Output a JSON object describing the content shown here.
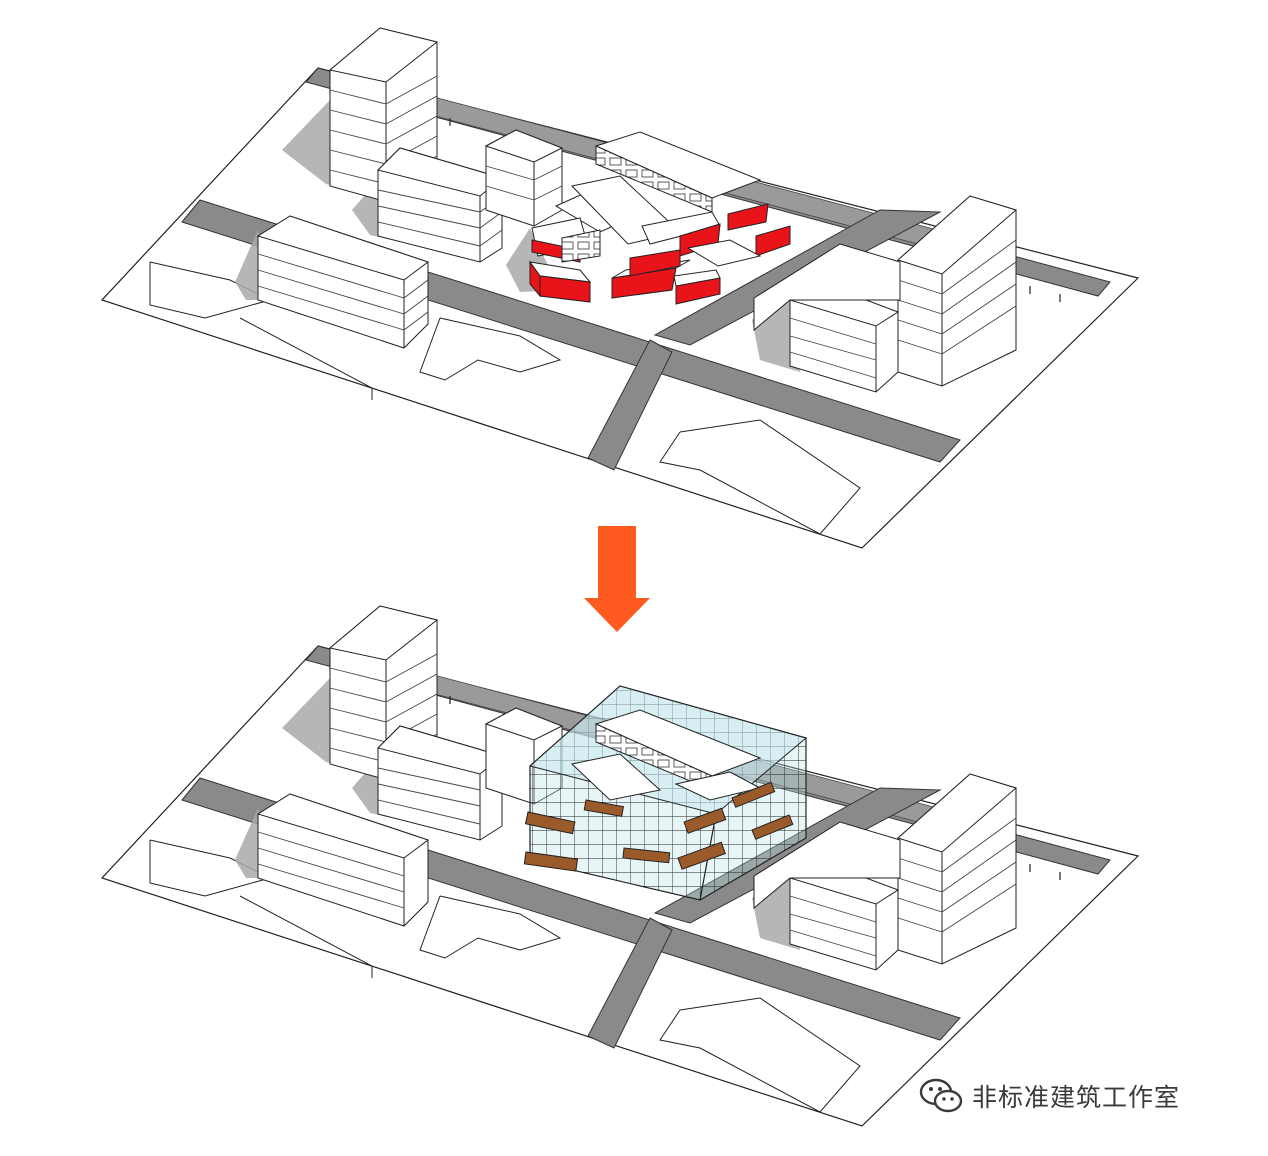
{
  "watermark": {
    "text": "非标准建筑工作室",
    "icon": "wechat-icon"
  },
  "colors": {
    "road": "#8a8a8a",
    "road_edge": "#4a4a4a",
    "shadow": "#a9a9a9",
    "site_line": "#222222",
    "building_fill": "#ffffff",
    "accent_red": "#e8141a",
    "arrow": "#ff5a1f",
    "glass": "#bfe3ea",
    "timber": "#9a5a2a"
  },
  "panels": [
    {
      "id": "before",
      "label": ""
    },
    {
      "id": "after",
      "label": ""
    }
  ]
}
